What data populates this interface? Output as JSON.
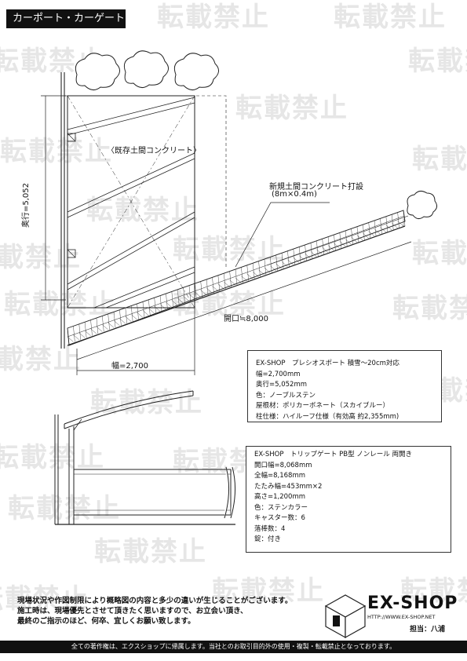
{
  "header": {
    "title": "カーポート・カーゲート"
  },
  "watermark": {
    "text": "転載禁止"
  },
  "plan": {
    "existing_label": "〈既存土間コンクリート〉",
    "new_label_line1": "新規土間コンクリート打設",
    "new_label_line2": "(8m×0.4m)",
    "depth_label": "奥行=5,052",
    "opening_label": "開口≒8,000",
    "width_label": "幅=2,700"
  },
  "carport_spec": {
    "lines": [
      "EX-SHOP　プレシオスポート 積雪～20cm対応",
      "幅=2,700mm",
      "奥行=5,052mm",
      "色：ノーブルステン",
      "屋根材：ポリカーボネート（スカイブルー）",
      "柱仕様：ハイルーフ仕様（有効高 約2,355mm)"
    ]
  },
  "gate_spec": {
    "lines": [
      "EX-SHOP　トリップゲート PB型 ノンレール 両開き",
      "開口幅=8,068mm",
      "全幅=8,168mm",
      "たたみ幅=453mm×2",
      "高さ=1,200mm",
      "色：ステンカラー",
      "キャスター数：6",
      "落棒数：4",
      "錠：付き"
    ]
  },
  "footer": {
    "note_line1": "現場状況や作図制限により概略図の内容と多少の違いが生じることがございます。",
    "note_line2": "施工時は、現場優先とさせて頂きたく思いますので、お立会い頂き、",
    "note_line3": "最終のご指示のほど、何卒、宜しくお願い致します。",
    "copyright": "全ての著作権は、エクスショップに帰属します。当社とのお取引目的外の使用・複製・転載禁止となっております。"
  },
  "logo": {
    "brand": "EX-SHOP",
    "url": "HTTP://WWW.EX-SHOP.NET",
    "staff": "担当：八浦"
  }
}
